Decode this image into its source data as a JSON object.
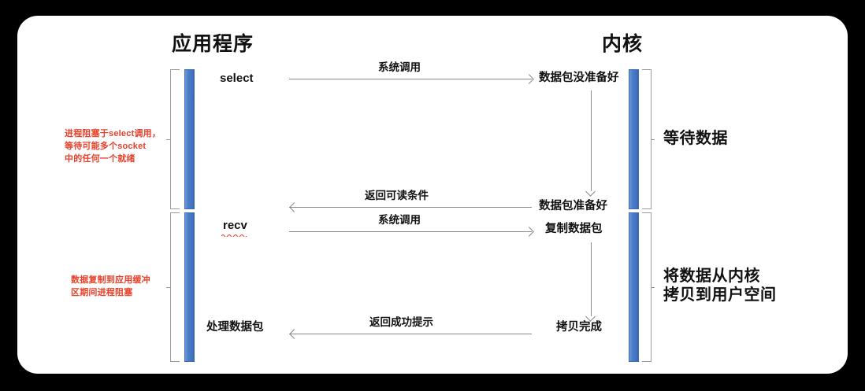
{
  "diagram": {
    "title_left": "应用程序",
    "title_right": "内核",
    "left_column": {
      "calls": [
        {
          "label": "select"
        },
        {
          "label": "recv"
        },
        {
          "label": "处理数据包"
        }
      ],
      "notes": [
        "进程阻塞于select调用，\n等待可能多个socket\n中的任何一个就绪",
        "数据复制到应用缓冲\n区期间进程阻塞"
      ]
    },
    "messages": [
      {
        "label": "系统调用",
        "direction": "right"
      },
      {
        "label": "返回可读条件",
        "direction": "left"
      },
      {
        "label": "系统调用",
        "direction": "right"
      },
      {
        "label": "返回成功提示",
        "direction": "left"
      }
    ],
    "kernel_states": [
      "数据包没准备好",
      "数据包准备好",
      "复制数据包",
      "拷贝完成"
    ],
    "phases": [
      "等待数据",
      "将数据从内核\n拷贝到用户空间"
    ],
    "colors": {
      "bar": "#4472C4",
      "line": "#8a8a8a",
      "note": "#e8412a",
      "text": "#111111",
      "card": "#ffffff",
      "background": "#000000"
    }
  }
}
